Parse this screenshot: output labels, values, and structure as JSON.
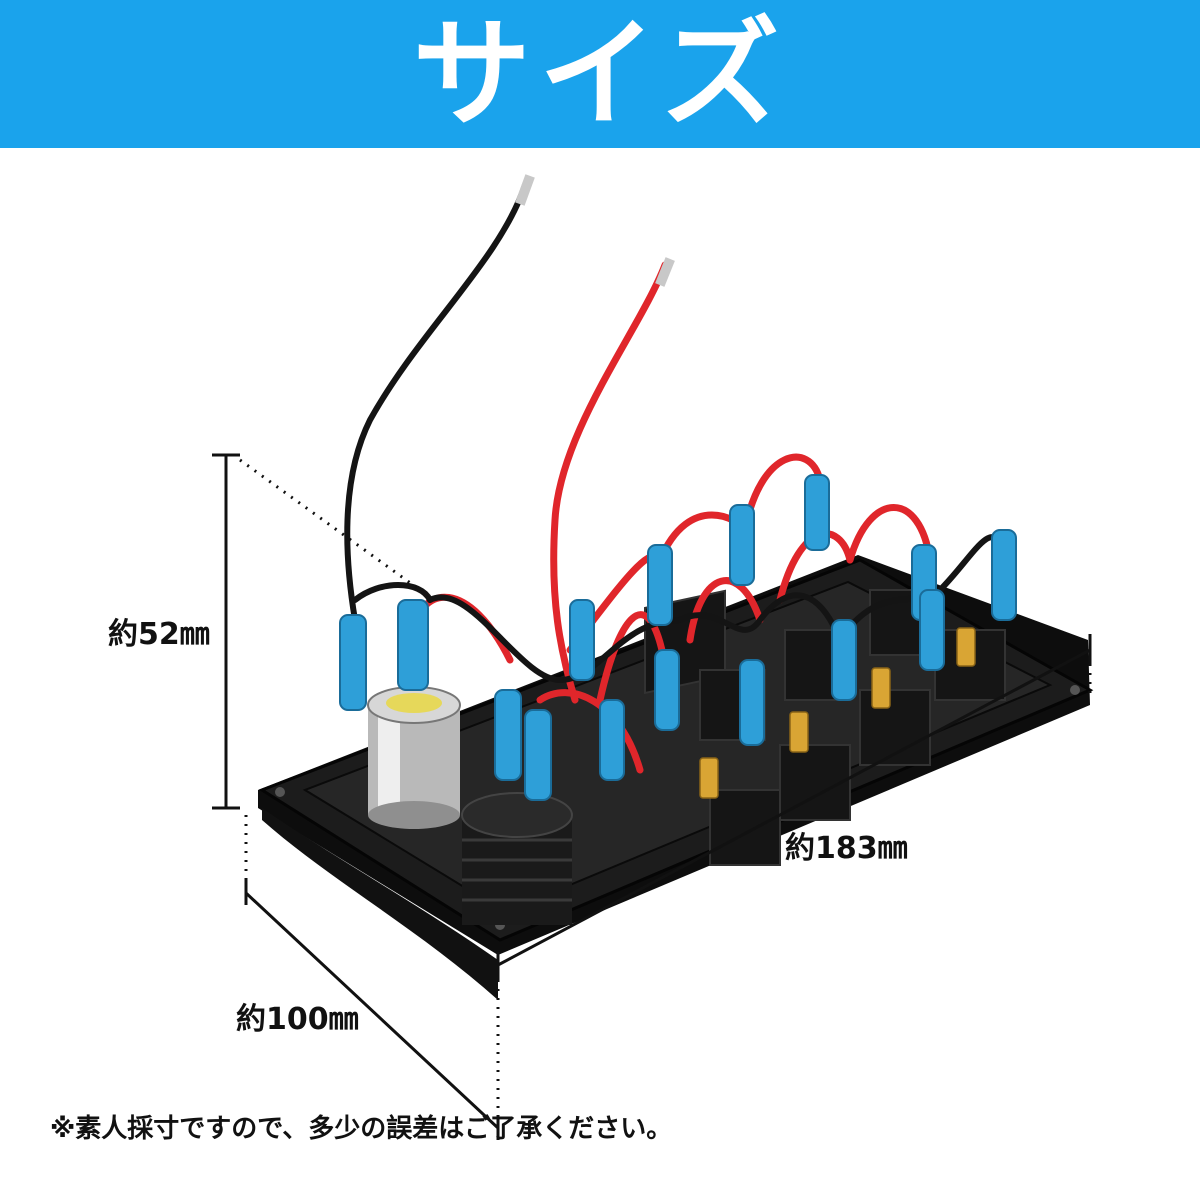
{
  "header": {
    "title": "サイズ"
  },
  "dimensions": {
    "height_label": "約52㎜",
    "width_label": "約183㎜",
    "depth_label": "約100㎜"
  },
  "footnote": "※素人採寸ですので、多少の誤差はご了承ください。",
  "colors": {
    "banner": "#1aa3ec",
    "panel": "#1b1b1b",
    "wire_red": "#e0262b",
    "wire_black": "#141414",
    "terminal_blue": "#2e9fd8",
    "spade_gold": "#d9a534"
  }
}
